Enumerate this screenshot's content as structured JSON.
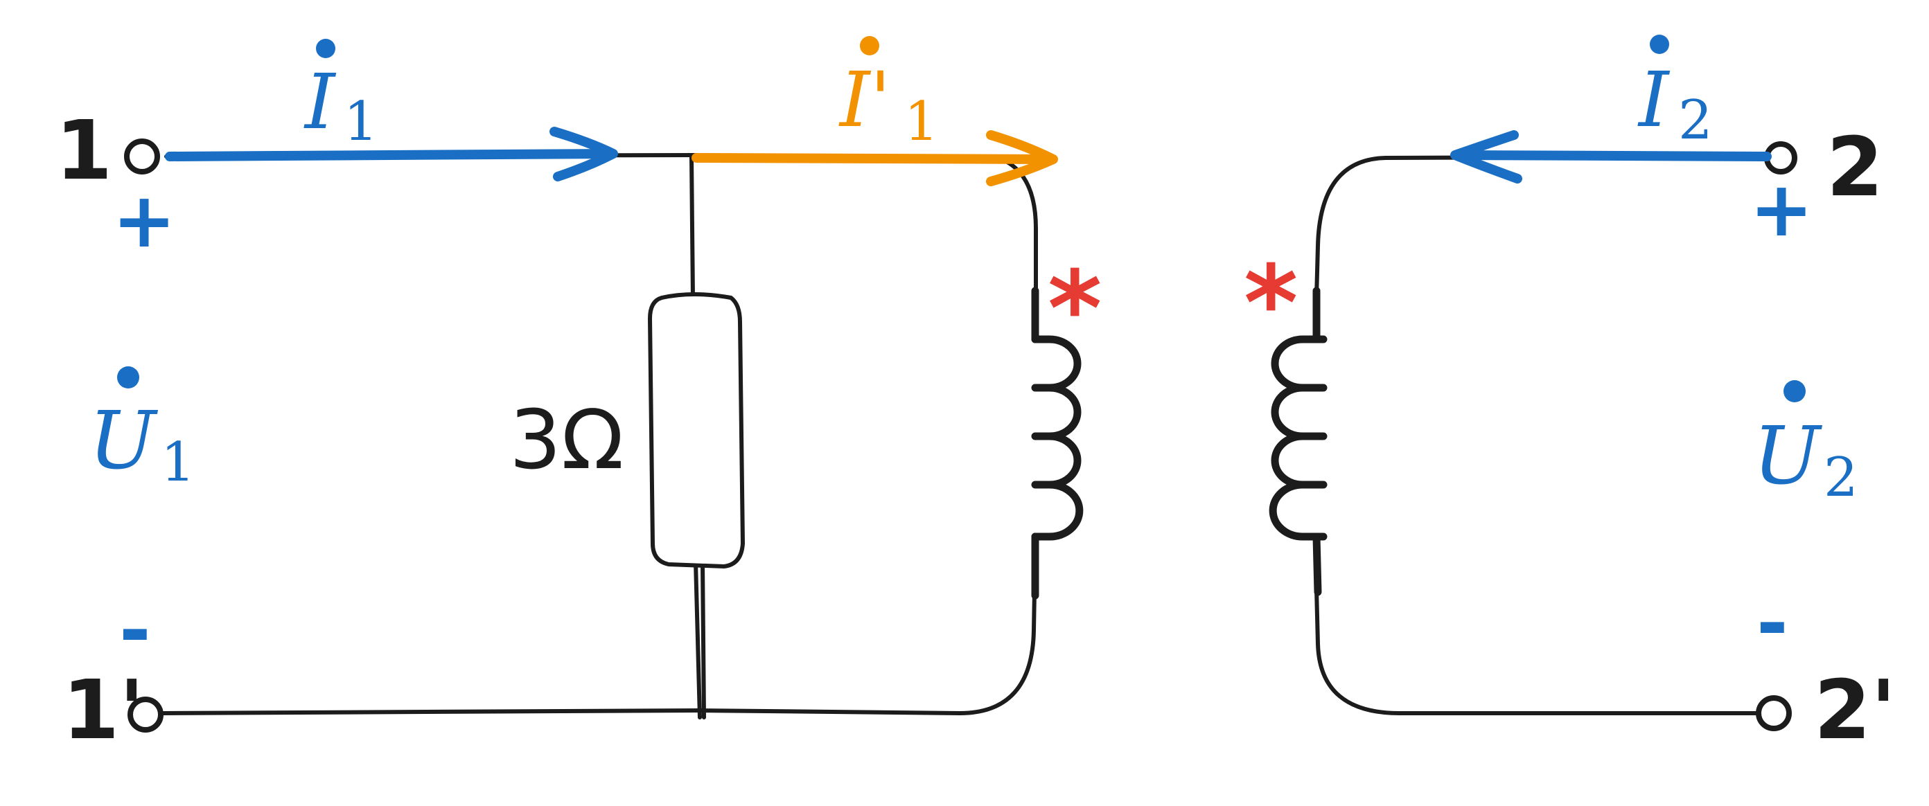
{
  "colors": {
    "wire": "#1c1c1c",
    "blue": "#1a6fc4",
    "orange": "#f29200",
    "red": "#e63b32"
  },
  "terminals": {
    "port1_top": "1",
    "port1_bottom": "1'",
    "port2_top": "2",
    "port2_bottom": "2'"
  },
  "resistor": {
    "label": "3Ω"
  },
  "currents": {
    "i1": {
      "symbol": "I",
      "subscript": "1"
    },
    "i1_prime": {
      "symbol": "I'",
      "subscript": "1"
    },
    "i2": {
      "symbol": "I",
      "subscript": "2"
    }
  },
  "voltages": {
    "u1": {
      "symbol": "U",
      "subscript": "1"
    },
    "u2": {
      "symbol": "U",
      "subscript": "2"
    }
  },
  "polarity": {
    "plus": "+",
    "minus": "-"
  },
  "dot_marks": {
    "primary": "*",
    "secondary": "*"
  },
  "icons": {
    "terminal": "open-circle-terminal-icon",
    "inductor": "coil-inductor-icon",
    "resistor": "rectangle-resistor-icon",
    "arrow": "current-direction-arrow-icon"
  }
}
